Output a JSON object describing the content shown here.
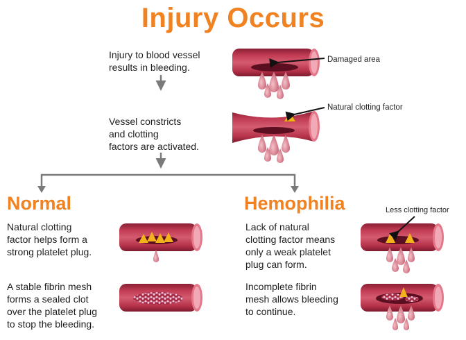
{
  "title": "Injury Occurs",
  "steps": {
    "injury": "Injury to blood vessel\nresults in bleeding.",
    "constrict": "Vessel constricts\nand clotting\nfactors are activated."
  },
  "callouts": {
    "damaged_area": "Damaged area",
    "natural_clotting_factor": "Natural clotting factor",
    "less_clotting_factor": "Less clotting factor"
  },
  "normal": {
    "heading": "Normal",
    "step1": "Natural clotting\nfactor helps form a\nstrong platelet plug.",
    "step2": "A stable fibrin mesh\nforms a sealed clot\nover the platelet plug\nto stop the bleeding."
  },
  "hemophilia": {
    "heading": "Hemophilia",
    "step1": "Lack of natural\nclotting factor means\nonly a weak platelet\nplug can form.",
    "step2": "Incomplete fibrin\nmesh allows bleeding\nto continue."
  },
  "colors": {
    "accent": "#f08221",
    "vessel": "#b5324a",
    "vessel_dark": "#8a1f33",
    "vessel_light": "#e3788a",
    "blood_drop": "#d9808c",
    "clotting_factor": "#f2b21c",
    "fibrin": "#f4c9e0",
    "arrow": "#7a7a7a"
  }
}
